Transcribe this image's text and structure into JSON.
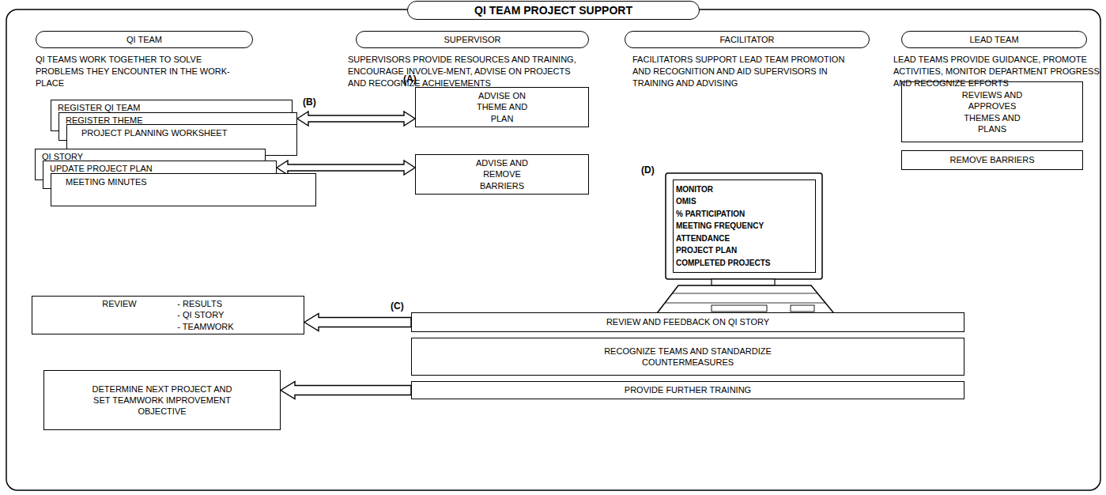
{
  "diagram": {
    "title": "QI TEAM PROJECT SUPPORT",
    "nodes": [
      {
        "text": [
          "QI TEAM"
        ]
      },
      {
        "text": [
          "SUPERVISOR"
        ]
      },
      {
        "text": [
          "FACILITATOR"
        ]
      },
      {
        "text": [
          "LEAD TEAM"
        ]
      },
      {
        "text": [
          "REGISTER QI TEAM"
        ]
      },
      {
        "text": [
          "REGISTER THEME"
        ]
      },
      {
        "text": [
          "PROJECT PLANNING WORKSHEET"
        ]
      },
      {
        "text": [
          "ADVISE ON THEME AND PLAN"
        ]
      },
      {
        "text": [
          "REVIEWS AND APPROVES THEMES AND PLANS"
        ]
      },
      {
        "text": [
          "REMOVE BARRIERS"
        ]
      },
      {
        "text": [
          "QI STORY"
        ]
      },
      {
        "text": [
          "UPDATE PROJECT PLAN"
        ]
      },
      {
        "text": [
          "MEETING MINUTES"
        ]
      },
      {
        "text": [
          "ADVISE AND REMOVE BARRIERS"
        ]
      },
      {
        "text": [
          "MONITOR",
          "OMIS",
          "% PARTICIPATION",
          "MEETING FREQUENCY",
          "ATTENDANCE",
          "PROJECT PLAN",
          "COMPLETED PROJECTS"
        ]
      },
      {
        "text": [
          "REVIEW",
          "- RESULTS",
          "- QI STORY",
          "- TEAMWORK"
        ]
      },
      {
        "text": [
          "REVIEW AND FEEDBACK ON QI STORY"
        ]
      },
      {
        "text": [
          "RECOGNIZE TEAMS AND STANDARDIZE COUNTERMEASURES"
        ]
      },
      {
        "text": [
          "PROVIDE FURTHER TRAINING"
        ]
      },
      {
        "text": [
          "DETERMINE NEXT PROJECT AND SET TEAMWORK IMPROVEMENT OBJECTIVE"
        ]
      }
    ],
    "edges": [
      {
        "from": 5,
        "to": 7,
        "arrow": "both"
      },
      {
        "from": 11,
        "to": 13,
        "arrow": "both"
      },
      {
        "from": 16,
        "to": 15,
        "arrow": "to"
      },
      {
        "from": 18,
        "to": 19,
        "arrow": "to"
      }
    ],
    "labels": [
      "QI TEAMS WORK TOGETHER TO SOLVE PROBLEMS THEY ENCOUNTER IN THE WORK-PLACE",
      "SUPERVISORS PROVIDE RESOURCES AND TRAINING, ENCOURAGE INVOLVE-MENT, ADVISE ON PROJECTS AND RECOGNIZE ACHIEVEMENTS",
      "FACILITATORS SUPPORT LEAD TEAM PROMOTION AND RECOGNITION AND AID SUPERVISORS IN TRAINING AND ADVISING",
      "LEAD TEAMS PROVIDE GUIDANCE, PROMOTE ACTIVITIES, MONITOR DEPARTMENT PROGRESS AND RECOGNIZE EFFORTS",
      "(A)",
      "(B)",
      "(C)",
      "(D)"
    ]
  }
}
